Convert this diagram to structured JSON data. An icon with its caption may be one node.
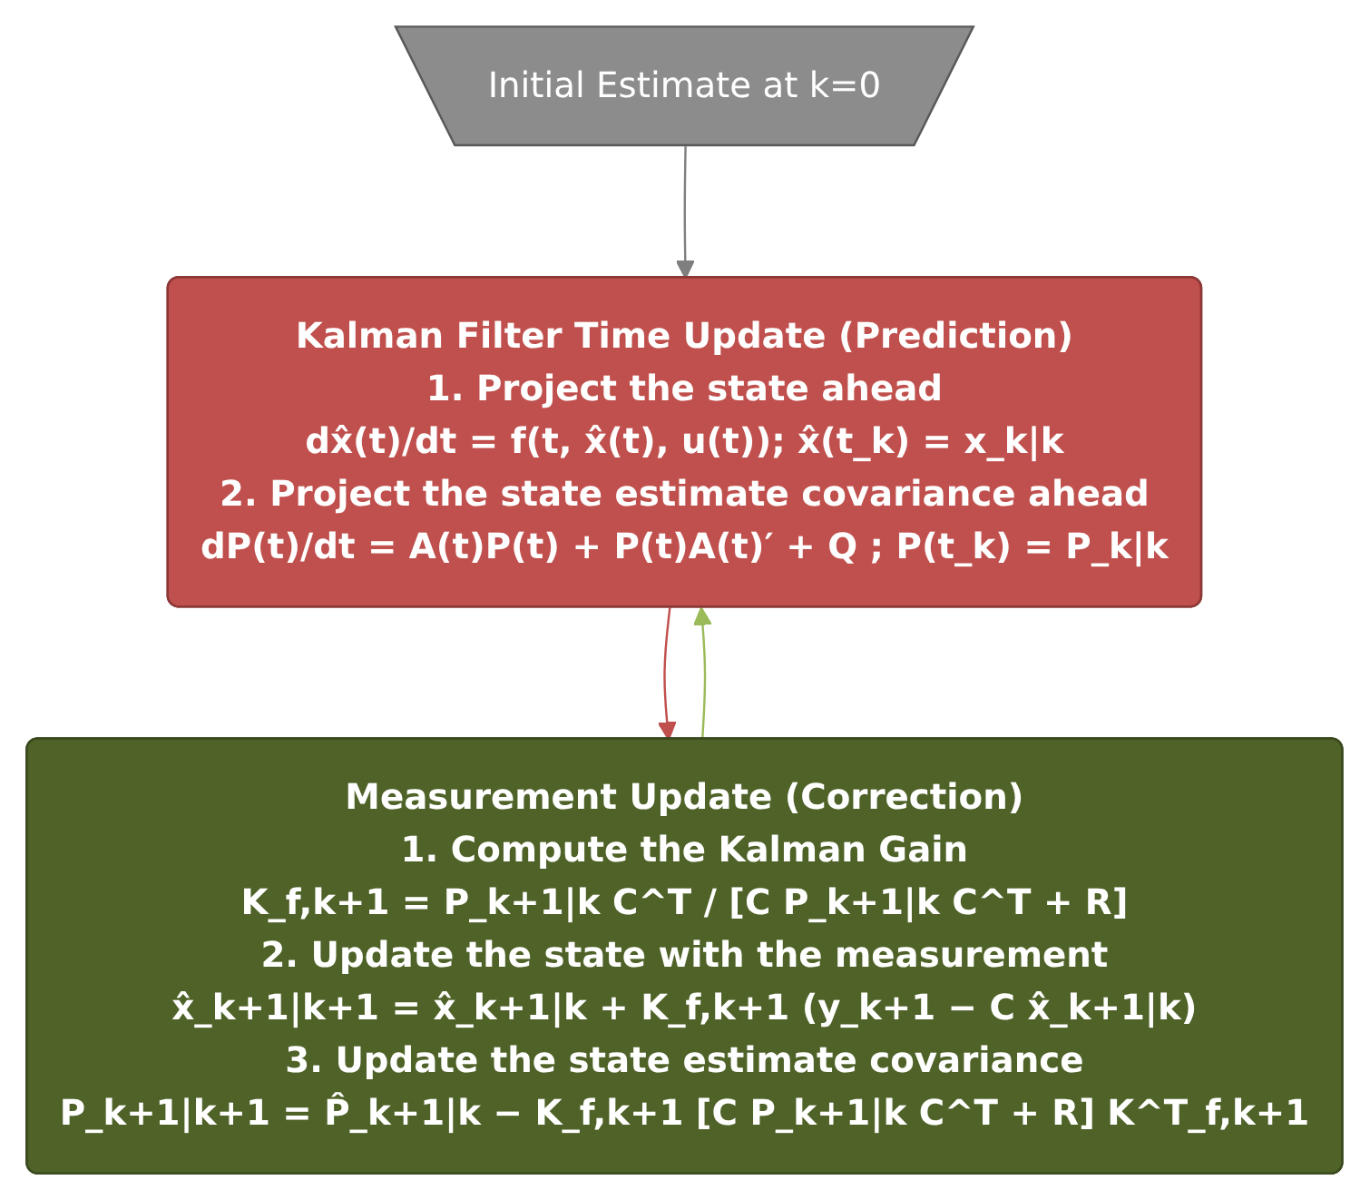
{
  "diagram": {
    "nodes": [
      {
        "text": [
          "Initial Estimate at k=0"
        ]
      },
      {
        "text": [
          "Kalman Filter Time Update (Prediction)",
          "1. Project the state ahead",
          "dx̂(t)/dt = f(t, x̂(t), u(t)); x̂(t_k) = x_k|k",
          "2. Project the state estimate covariance ahead",
          "dP(t)/dt = A(t)P(t) + P(t)A(t)′ + Q ; P(t_k) = P_k|k"
        ]
      },
      {
        "text": [
          "Measurement Update (Correction)",
          "1. Compute the Kalman Gain",
          "K_f,k+1 = P_k+1|k C^T / [C P_k+1|k C^T + R]",
          "2. Update the state with the measurement",
          "x̂_k+1|k+1 = x̂_k+1|k + K_f,k+1 (y_k+1 − C x̂_k+1|k)",
          "3. Update the state estimate covariance",
          "P_k+1|k+1 = P̂_k+1|k − K_f,k+1 [C P_k+1|k C^T + R] K^T_f,k+1"
        ]
      }
    ],
    "edges": [
      {
        "from": 0,
        "to": 1,
        "arrow": "to",
        "color": "#7f7f7f"
      },
      {
        "from": 1,
        "to": 2,
        "arrow": "to",
        "color": "#c0504d"
      },
      {
        "from": 2,
        "to": 1,
        "arrow": "to",
        "color": "#9bbb59"
      }
    ]
  }
}
